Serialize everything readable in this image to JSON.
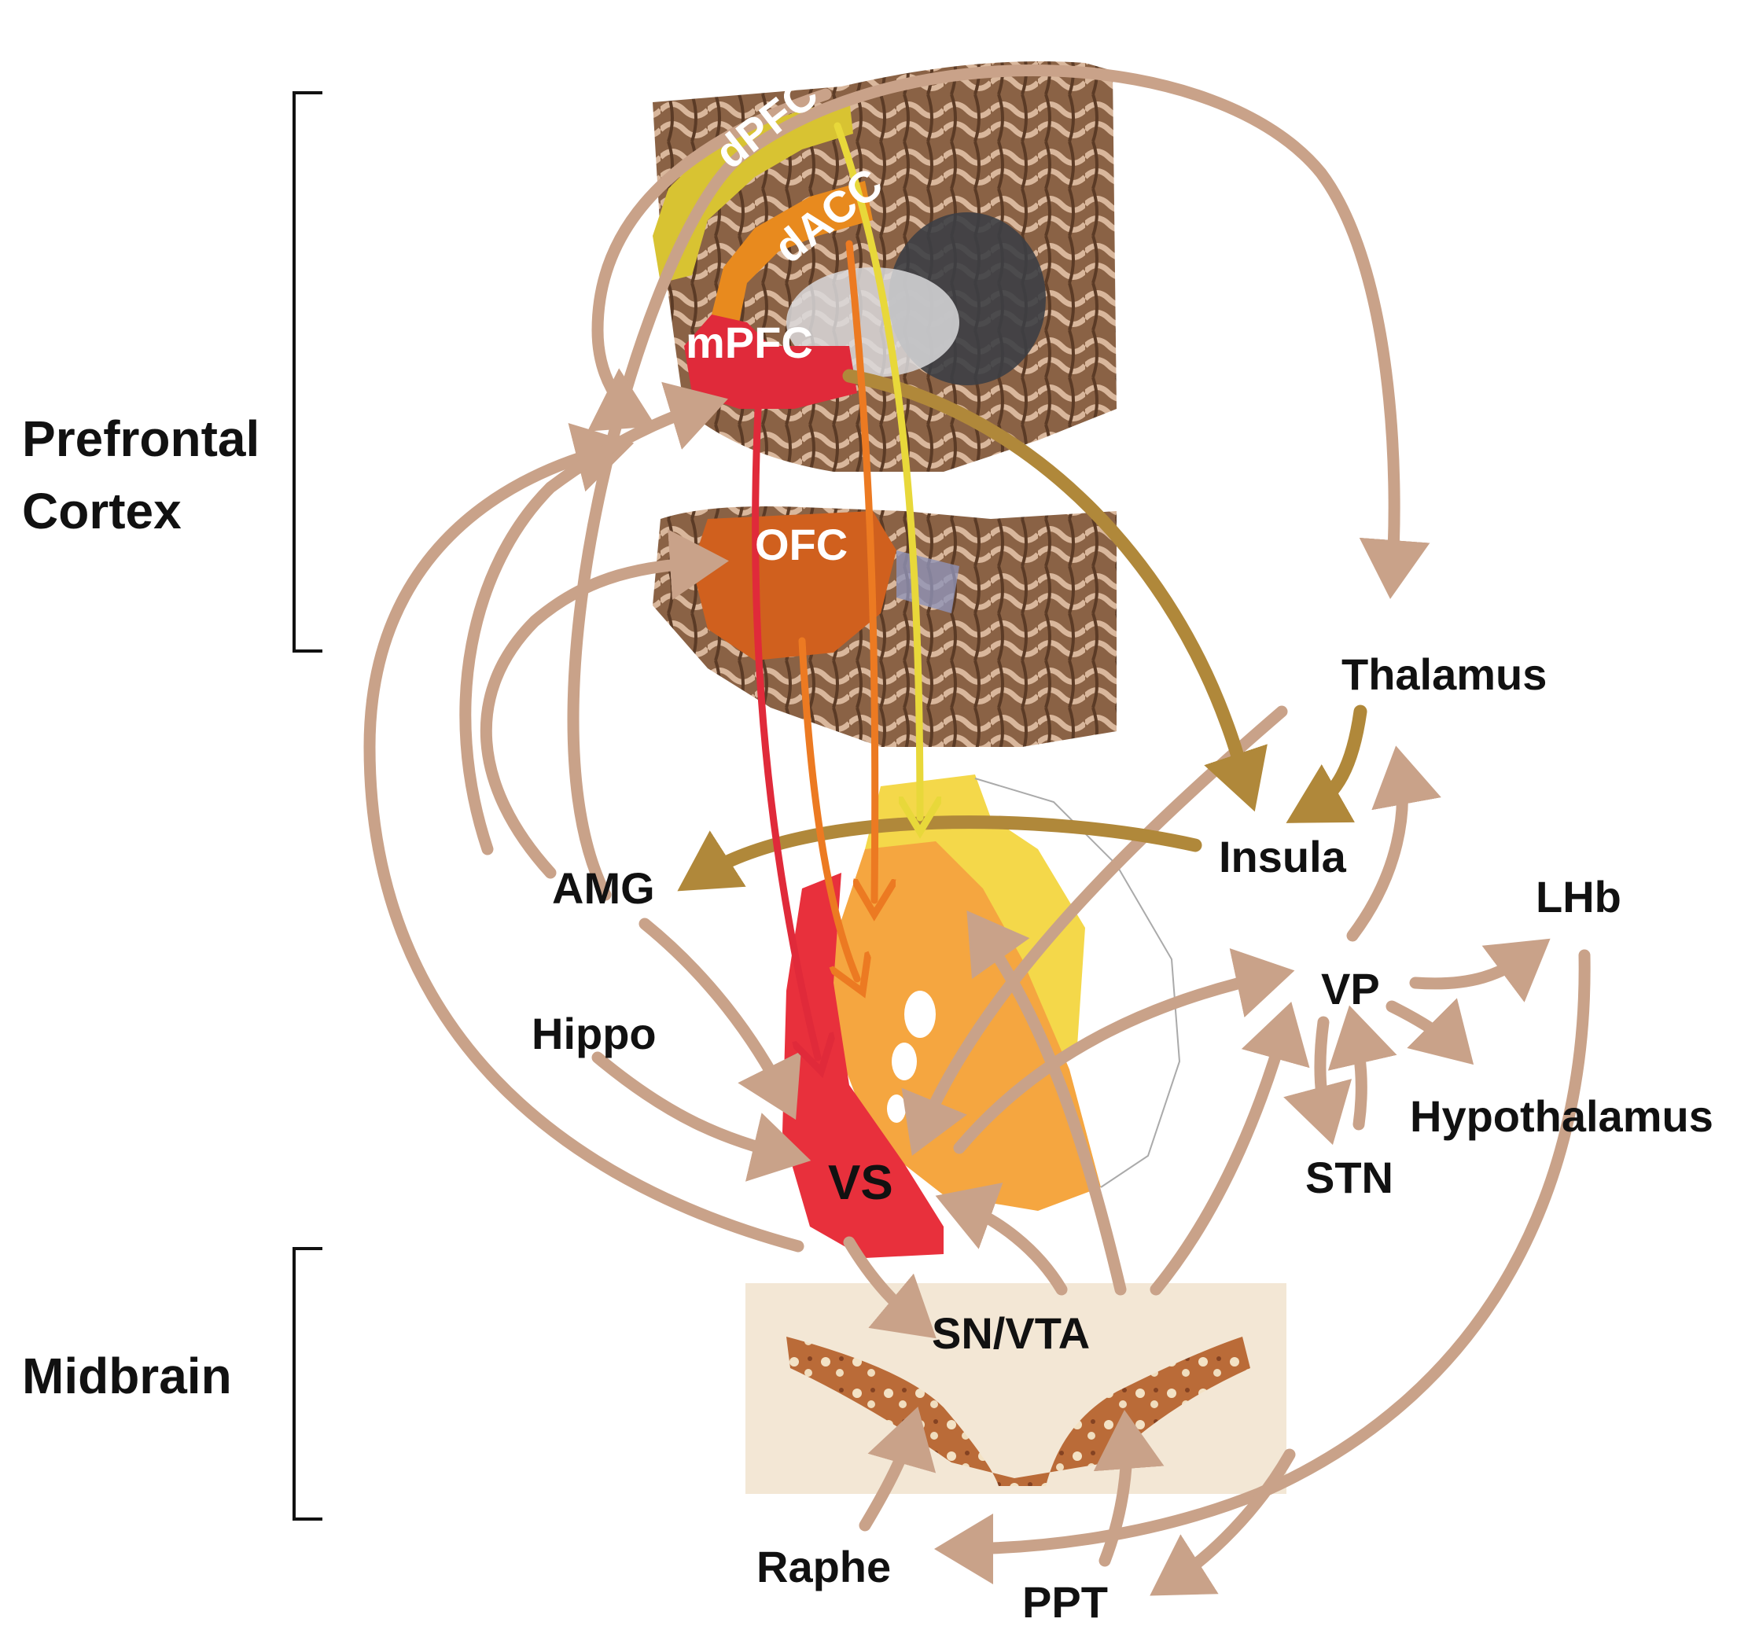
{
  "sections": {
    "prefrontal": "Prefrontal\nCortex",
    "midbrain": "Midbrain"
  },
  "cortex_regions": {
    "dpfc": "dPFC",
    "dacc": "dACC",
    "mpfc": "mPFC",
    "ofc": "OFC"
  },
  "nodes": {
    "thalamus": "Thalamus",
    "insula": "Insula",
    "amg": "AMG",
    "lhb": "LHb",
    "vp": "VP",
    "hippo": "Hippo",
    "hypothalamus": "Hypothalamus",
    "stn": "STN",
    "vs": "VS",
    "snvta": "SN/VTA",
    "raphe": "Raphe",
    "ppt": "PPT"
  },
  "colors": {
    "arrow_tan": "#c9a289",
    "arrow_gold": "#b0883a",
    "dpfc_yellow": "#d8c332",
    "dacc_orange": "#e88a1e",
    "mpfc_red": "#e02a3a",
    "ofc_orange": "#d0601e",
    "brain_brown": "#7a5438",
    "vs_yellow": "#f4d84a",
    "vs_orange": "#f5a640",
    "vs_red": "#e8303c"
  }
}
